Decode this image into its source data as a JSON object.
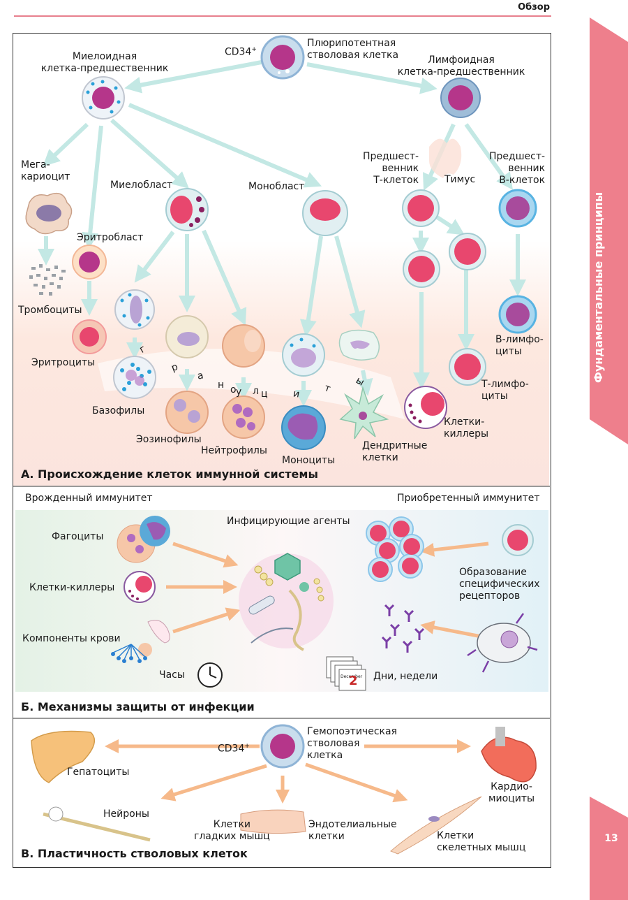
{
  "header": {
    "section": "Обзор"
  },
  "side_tab": {
    "label": "Фундаментальные принципы"
  },
  "page_number": "13",
  "colors": {
    "accent": "#ee7f8c",
    "arrow": "#bfe6e2",
    "arrow_orange": "#f4b27f",
    "nucleus": "#b5368a",
    "nucleus_red": "#e8476e"
  },
  "panel_a": {
    "title": "А. Происхождение клеток иммунной системы",
    "cd34": "CD34",
    "cd34_sup": "+",
    "stem_cell": "Плюрипотентная\nстволовая клетка",
    "myeloid_progenitor": "Миелоидная\nклетка-предшественник",
    "lymphoid_progenitor": "Лимфоидная\nклетка-предшественник",
    "megakaryocyte": "Мега-\nкариоцит",
    "erythroblast": "Эритробласт",
    "platelets": "Тромбоциты",
    "erythrocytes": "Эритроциты",
    "myeloblast": "Миелобласт",
    "monoblast": "Монобласт",
    "t_precursor": "Предшест-\nвенник\nТ-клеток",
    "thymus": "Тимус",
    "b_precursor": "Предшест-\nвенник\nВ-клеток",
    "granulocytes_letters": [
      "г",
      "р",
      "а",
      "н",
      "у",
      "л",
      "о",
      "ц",
      "и",
      "т",
      "ы"
    ],
    "basophils": "Базофилы",
    "eosinophils": "Эозинофилы",
    "neutrophils": "Нейтрофилы",
    "monocytes": "Моноциты",
    "dendritic": "Дендритные\nклетки",
    "killer_cells": "Клетки-\nкиллеры",
    "t_lymphocytes": "Т-лимфо-\nциты",
    "b_lymphocytes": "В-лимфо-\nциты"
  },
  "panel_b": {
    "title": "Б. Механизмы защиты от инфекции",
    "innate": "Врожденный иммунитет",
    "adaptive": "Приобретенный иммунитет",
    "agents": "Инфицирующие агенты",
    "phagocytes": "Фагоциты",
    "killers": "Клетки-киллеры",
    "blood_components": "Компоненты крови",
    "hours": "Часы",
    "days": "Дни, недели",
    "receptors": "Образование\nспецифических\nрецепторов",
    "calendar_month": "December",
    "calendar_day": "2"
  },
  "panel_c": {
    "title": "В. Пластичность стволовых клеток",
    "cd34": "CD34",
    "cd34_sup": "+",
    "stem_cell": "Гемопоэтическая\nстволовая\nклетка",
    "hepatocytes": "Гепатоциты",
    "neurons": "Нейроны",
    "smooth_muscle": "Клетки\nгладких мышц",
    "endothelial": "Эндотелиальные\nклетки",
    "skeletal": "Клетки\nскелетных мышц",
    "cardiomyocytes": "Кардио-\nмиоциты"
  }
}
